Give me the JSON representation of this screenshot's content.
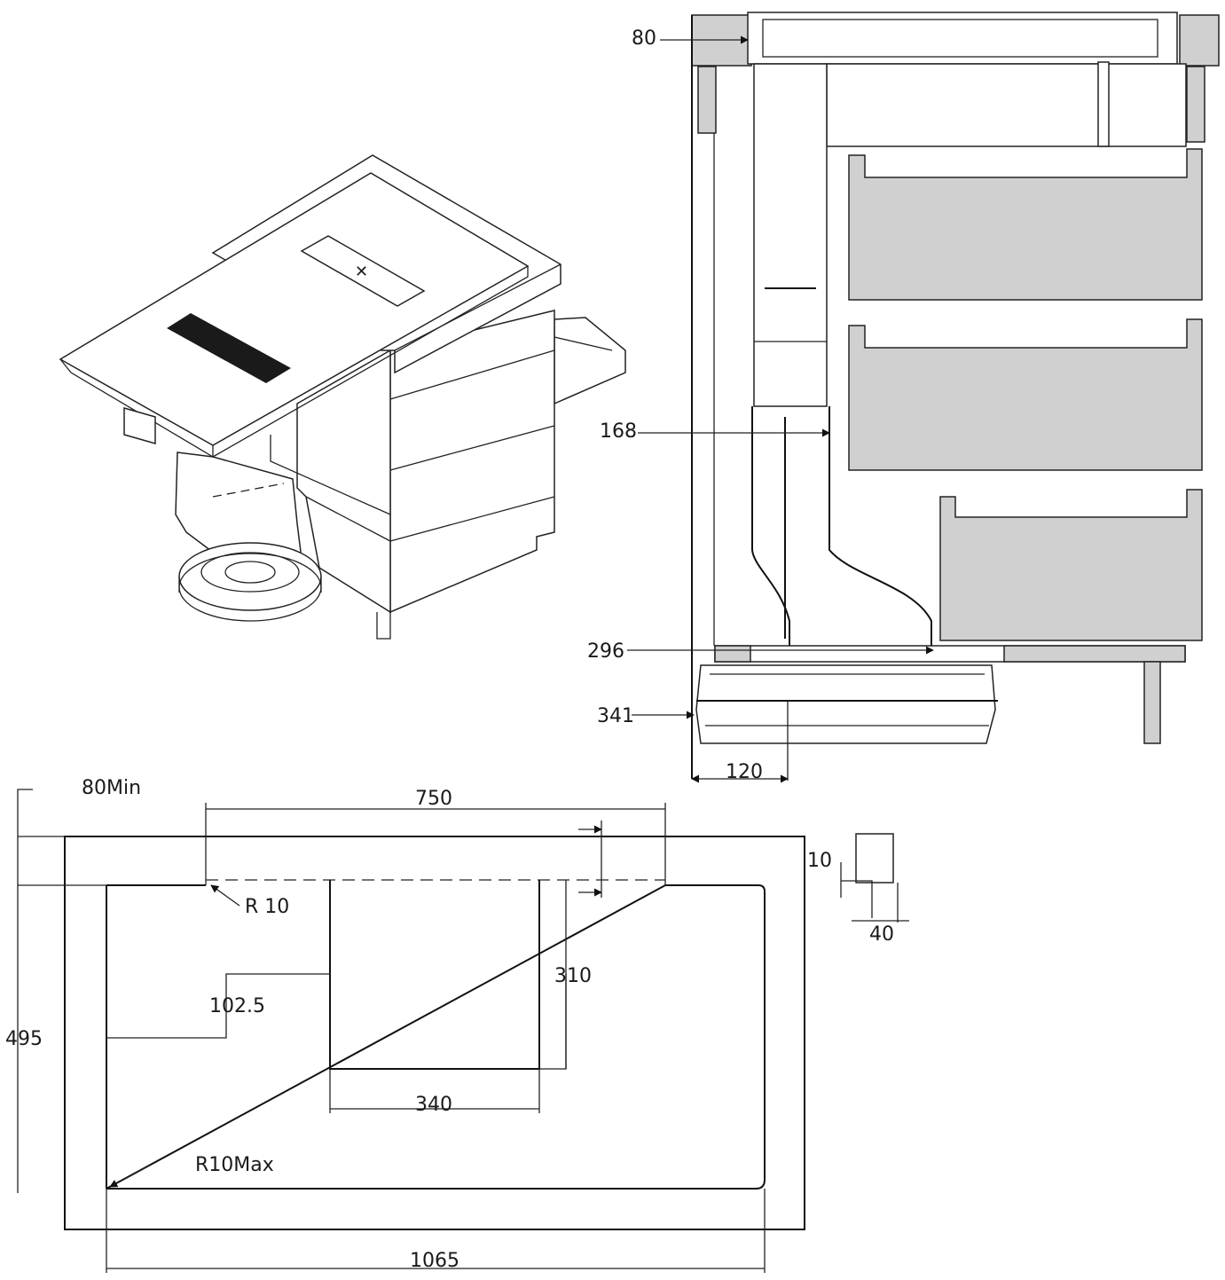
{
  "figure": {
    "panels": {
      "isometric": {
        "label": ""
      },
      "section": {
        "dims": {
          "top": "80",
          "duct": "168",
          "depth_a": "296",
          "depth_b": "341",
          "offset": "120"
        }
      },
      "cutout": {
        "dims": {
          "front_min": "80Min",
          "cut_width": "750",
          "corner": "R 10",
          "step_h": "10",
          "step_w": "40",
          "offset": "102.5",
          "duct_depth": "310",
          "depth": "495",
          "duct_width": "340",
          "corner_max": "R10Max",
          "width": "1065"
        }
      }
    }
  }
}
